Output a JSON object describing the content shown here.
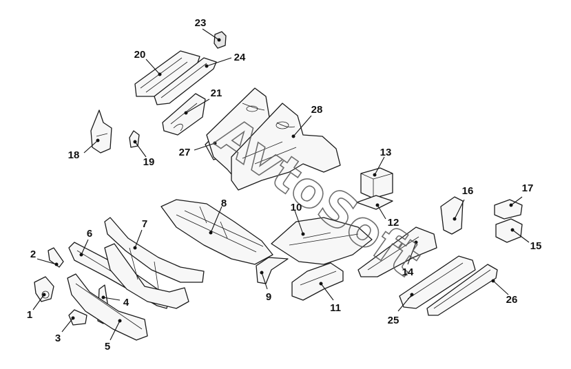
{
  "diagram": {
    "callouts": [
      "1",
      "2",
      "3",
      "4",
      "5",
      "6",
      "7",
      "8",
      "10",
      "9",
      "11",
      "12",
      "13",
      "14",
      "15",
      "16",
      "17",
      "18",
      "19",
      "20",
      "21",
      "23",
      "24",
      "25",
      "26",
      "27",
      "28"
    ],
    "watermark": "AvtoSoft"
  }
}
